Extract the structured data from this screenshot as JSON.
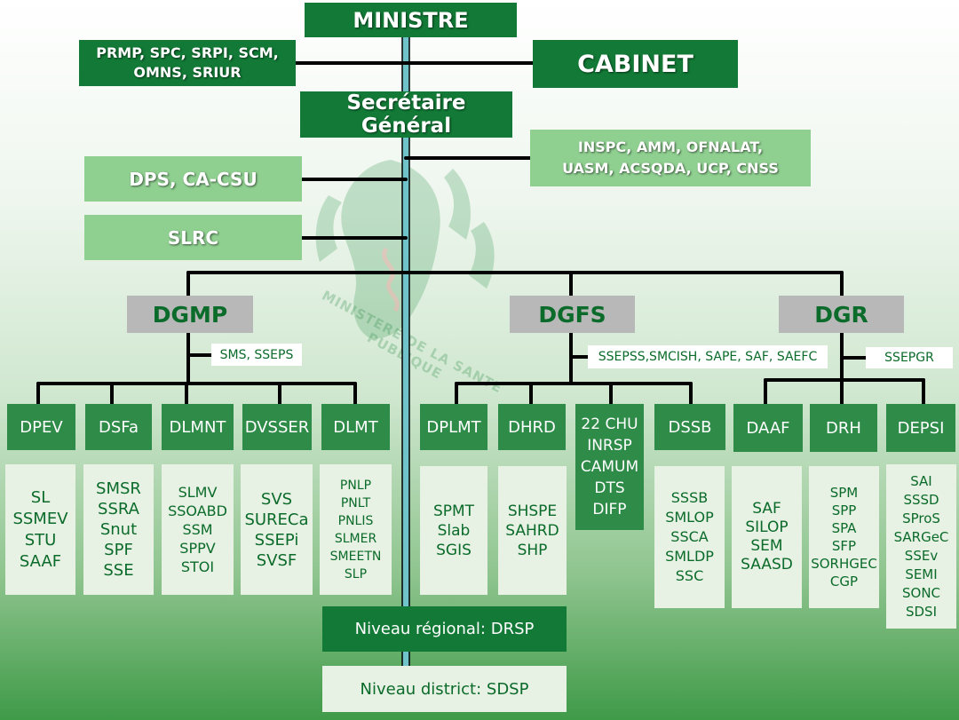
{
  "top": {
    "ministre": "MINISTRE",
    "rattaches": [
      "PRMP, SPC, SRPI, SCM,",
      "OMNS, SRIUR"
    ],
    "cabinet": "CABINET",
    "sg": "Secrétaire Général",
    "sg_rattaches": [
      "INSPC, AMM, OFNALAT,",
      "UASM, ACSQDA, UCP, CNSS"
    ],
    "dps": "DPS, CA-CSU",
    "slrc": "SLRC"
  },
  "watermark": "MINISTERE DE LA SANTE PUBLIQUE",
  "dg": [
    {
      "name": "DGMP",
      "attached": "SMS, SSEPS",
      "directions": [
        {
          "name": "DPEV",
          "services": [
            "SL",
            "SSMEV",
            "STU",
            "SAAF"
          ]
        },
        {
          "name": "DSFa",
          "services": [
            "SMSR",
            "SSRA",
            "Snut",
            "SPF",
            "SSE"
          ]
        },
        {
          "name": "DLMNT",
          "services": [
            "SLMV",
            "SSOABD",
            "SSM",
            "SPPV",
            "STOI"
          ]
        },
        {
          "name": "DVSSER",
          "services": [
            "SVS",
            "SURECa",
            "SSEPi",
            "SVSF"
          ]
        },
        {
          "name": "DLMT",
          "services": [
            "PNLP",
            "PNLT",
            "PNLIS",
            "SLMER",
            "SMEETN",
            "SLP"
          ]
        }
      ]
    },
    {
      "name": "DGFS",
      "attached": "SSEPSS,SMCISH, SAPE, SAF, SAEFC",
      "directions": [
        {
          "name": "DPLMT",
          "services": [
            "SPMT",
            "Slab",
            "SGIS"
          ]
        },
        {
          "name": "DHRD",
          "services": [
            "SHSPE",
            "SAHRD",
            "SHP"
          ]
        },
        {
          "name": "22 CHU",
          "extra": [
            "INRSP",
            "CAMUM",
            "DTS",
            "DIFP"
          ]
        },
        {
          "name": "DSSB",
          "services": [
            "SSSB",
            "SMLOP",
            "SSCA",
            "SMLDP",
            "SSC"
          ]
        }
      ]
    },
    {
      "name": "DGR",
      "attached": "SSEPGR",
      "directions": [
        {
          "name": "DAAF",
          "services": [
            "SAF",
            "SILOP",
            "SEM",
            "SAASD"
          ]
        },
        {
          "name": "DRH",
          "services": [
            "SPM",
            "SPP",
            "SPA",
            "SFP",
            "SORHGEC",
            "CGP"
          ]
        },
        {
          "name": "DEPSI",
          "services": [
            "SAI",
            "SSSD",
            "SProS",
            "SARGeC",
            "SSEv",
            "SEMI",
            "SONC",
            "SDSI"
          ]
        }
      ]
    }
  ],
  "levels": {
    "regional": "Niveau régional: DRSP",
    "district": "Niveau district: SDSP"
  },
  "colors": {
    "dark_green": "#127a36",
    "mid_green": "#2e8b48",
    "light_green": "#8fcf90",
    "grey": "#b8b8b8",
    "line": "#000000",
    "spine": "#6fc3c9"
  }
}
